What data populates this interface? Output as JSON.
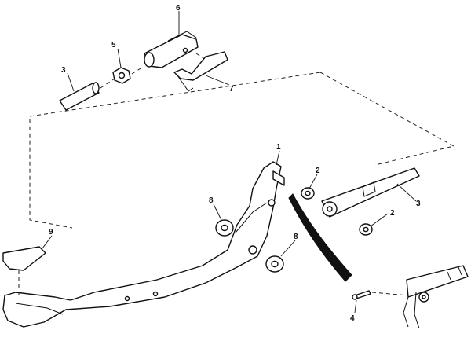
{
  "callouts": [
    {
      "id": "c1",
      "label": "1",
      "part": "pedal-arm"
    },
    {
      "id": "c2a",
      "label": "2",
      "part": "washer-upper"
    },
    {
      "id": "c2b",
      "label": "2",
      "part": "washer-lower"
    },
    {
      "id": "c3a",
      "label": "3",
      "part": "sleeve-tube"
    },
    {
      "id": "c3b",
      "label": "3",
      "part": "link-rod"
    },
    {
      "id": "c4",
      "label": "4",
      "part": "cotter-pin"
    },
    {
      "id": "c5",
      "label": "5",
      "part": "hex-nut"
    },
    {
      "id": "c6",
      "label": "6",
      "part": "clevis"
    },
    {
      "id": "c7",
      "label": "7",
      "part": "spring-clip"
    },
    {
      "id": "c8a",
      "label": "8",
      "part": "spacer-washer-left"
    },
    {
      "id": "c8b",
      "label": "8",
      "part": "spacer-washer-right"
    },
    {
      "id": "c9",
      "label": "9",
      "part": "pedal-pad"
    }
  ],
  "colors": {
    "line": "#111111",
    "background": "#ffffff"
  }
}
